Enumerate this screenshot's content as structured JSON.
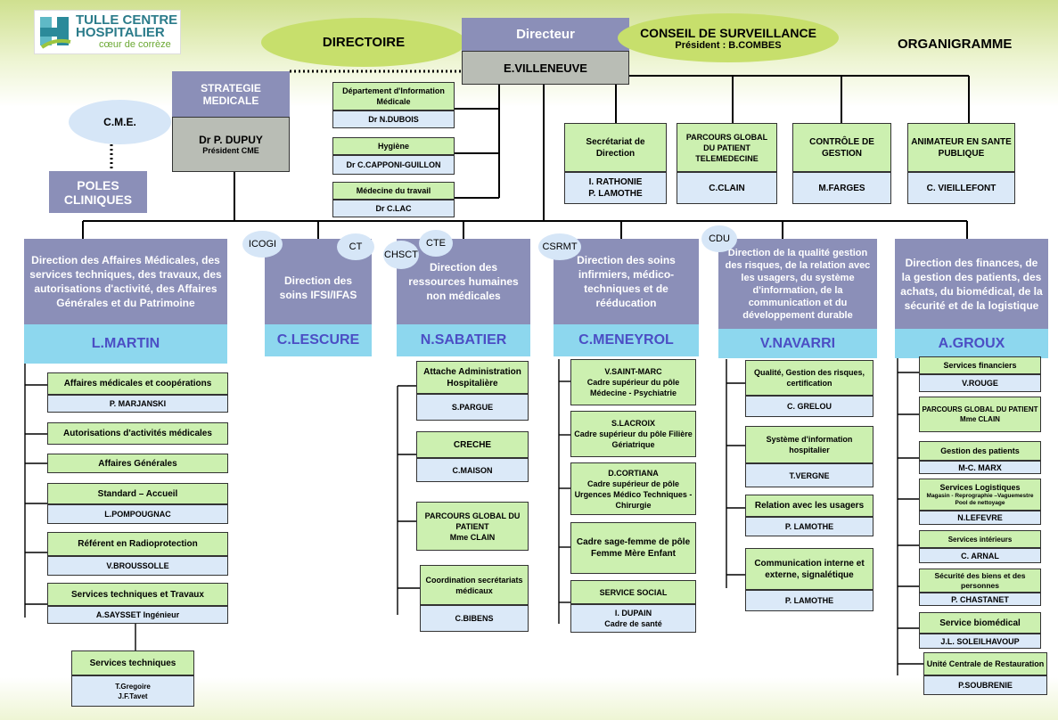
{
  "header": {
    "logo_line1": "TULLE CENTRE",
    "logo_line2": "HOSPITALIER",
    "logo_line3": "cœur de corrèze",
    "directoire": "DIRECTOIRE",
    "directeur": "Directeur",
    "directeur_name": "E.VILLENEUVE",
    "conseil": "CONSEIL DE SURVEILLANCE",
    "president": "Président : B.COMBES",
    "organigramme": "ORGANIGRAMME"
  },
  "left": {
    "strategie": "STRATEGIE MEDICALE",
    "dupuy_name": "Dr P. DUPUY",
    "dupuy_role": "Président CME",
    "cme": "C.M.E.",
    "poles": "POLES CLINIQUES"
  },
  "center": {
    "dim_title": "Département d'Information Médicale",
    "dim_name": "Dr N.DUBOIS",
    "hyg_title": "Hygiène",
    "hyg_name": "Dr C.CAPPONI-GUILLON",
    "med_title": "Médecine du travail",
    "med_name": "Dr C.LAC"
  },
  "top_right": [
    {
      "title": "Secrétariat de Direction",
      "name": "I. RATHONIE\nP. LAMOTHE"
    },
    {
      "title": "PARCOURS GLOBAL DU PATIENT TELEMEDECINE",
      "name": "C.CLAIN"
    },
    {
      "title": "CONTRÔLE DE GESTION",
      "name": "M.FARGES"
    },
    {
      "title": "ANIMATEUR EN SANTE PUBLIQUE",
      "name": "C. VIEILLEFONT"
    }
  ],
  "ellipses": {
    "icogi": "ICOGI",
    "ct": "CT",
    "chsct": "CHSCT",
    "cte": "CTE",
    "csrmt": "CSRMT",
    "cdu": "CDU"
  },
  "directions": [
    {
      "title": "Direction des Affaires Médicales, des services techniques, des travaux, des autorisations d'activité, des Affaires Générales et du Patrimoine",
      "name": "L.MARTIN"
    },
    {
      "title": "Direction des soins IFSI/IFAS",
      "name": "C.LESCURE"
    },
    {
      "title": "Direction des ressources humaines non médicales",
      "name": "N.SABATIER"
    },
    {
      "title": "Direction des soins infirmiers, médico-techniques et de rééducation",
      "name": "C.MENEYROL"
    },
    {
      "title": "Direction de la qualité gestion des risques, de la relation avec les usagers, du système d'information, de la communication et du développement durable",
      "name": "V.NAVARRI"
    },
    {
      "title": "Direction des finances, de la gestion des patients, des achats, du biomédical, de la sécurité et de la logistique",
      "name": "A.GROUX"
    }
  ],
  "col1": {
    "r1": "Affaires médicales et coopérations",
    "r1n": "P. MARJANSKI",
    "r2": "Autorisations d'activités médicales",
    "r3": "Affaires Générales",
    "r4": "Standard – Accueil",
    "r4n": "L.POMPOUGNAC",
    "r5": "Référent en Radioprotection",
    "r5n": "V.BROUSSOLLE",
    "r6": "Services techniques et Travaux",
    "r6n": "A.SAYSSET  Ingénieur",
    "r7": "Services techniques",
    "r7n1": "T.Gregoire",
    "r7n2": "J.F.Tavet"
  },
  "col3": {
    "a1": "Attache Administration Hospitalière",
    "a1n": "S.PARGUE",
    "a2": "CRECHE",
    "a2n": "C.MAISON",
    "a3": "PARCOURS GLOBAL DU PATIENT\nMme CLAIN",
    "a4": "Coordination secrétariats médicaux",
    "a4n": "C.BIBENS"
  },
  "col4": {
    "b1": "V.SAINT-MARC\nCadre supérieur du pôle Médecine - Psychiatrie",
    "b2": "S.LACROIX\nCadre supérieur du pôle Filière Gériatrique",
    "b3": "D.CORTIANA\nCadre supérieur de pôle Urgences Médico Techniques - Chirurgie",
    "b4": "Cadre sage-femme de pôle\nFemme Mère Enfant",
    "b5": "SERVICE SOCIAL",
    "b5n": "I. DUPAIN\nCadre de santé"
  },
  "col5": {
    "c1": "Qualité, Gestion des risques, certification",
    "c1n": "C. GRELOU",
    "c2": "Système d'information hospitalier",
    "c2n": "T.VERGNE",
    "c3": "Relation avec les usagers",
    "c3n": "P. LAMOTHE",
    "c4": "Communication interne et externe, signalétique",
    "c4n": "P. LAMOTHE"
  },
  "col6": {
    "d1": "Services financiers",
    "d1n": "V.ROUGE",
    "d2": "PARCOURS GLOBAL DU PATIENT\nMme CLAIN",
    "d3": "Gestion des patients",
    "d3n": "M-C. MARX",
    "d4": "Services Logistiques",
    "d4s": "Magasin - Reprographie –Vaguemestre\nPool de nettoyage",
    "d4n": "N.LEFEVRE",
    "d5": "Services intérieurs",
    "d5n": "C. ARNAL",
    "d6": "Sécurité des biens et des personnes",
    "d6n": "P. CHASTANET",
    "d7": "Service biomédical",
    "d7n": "J.L. SOLEILHAVOUP",
    "d8": "Unité Centrale de Restauration",
    "d8n": "P.SOUBRENIE"
  }
}
